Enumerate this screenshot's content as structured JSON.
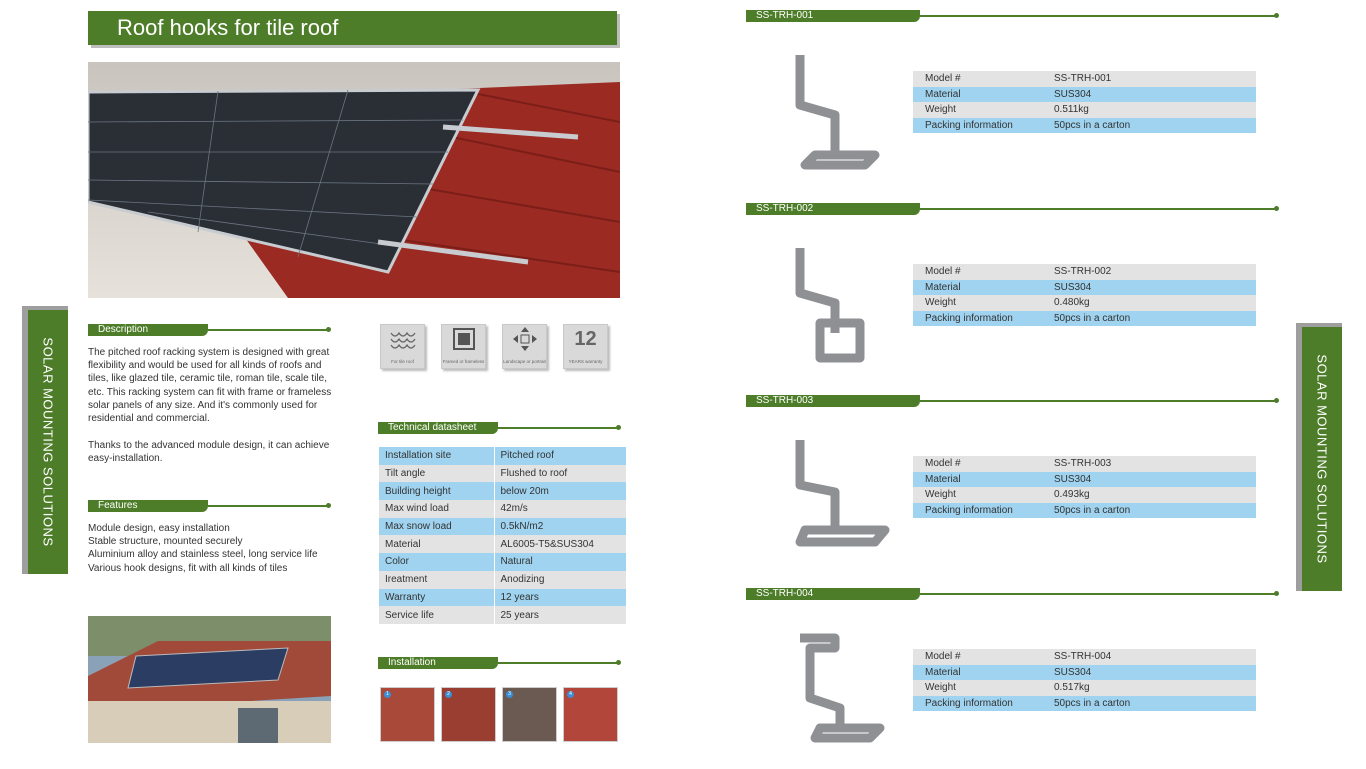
{
  "title": "Roof hooks for tile roof",
  "side_label": "SOLAR MOUNTING SOLUTIONS",
  "description": {
    "heading": "Description",
    "para1": "The pitched roof racking system is designed with great flexibility and would be used for all kinds of roofs and tiles, like glazed tile, ceramic tile, roman tile, scale tile, etc. This racking system can fit with frame or frameless solar panels of any size. And it's commonly used for residential and commercial.",
    "para2": "Thanks to the advanced module design, it can achieve easy-installation."
  },
  "features": {
    "heading": "Features",
    "items": [
      "Module design, easy installation",
      "Stable structure, mounted securely",
      "Aluminium alloy and stainless steel, long service life",
      "Various hook designs, fit with all kinds of tiles"
    ]
  },
  "icons": [
    {
      "name": "tile-roof-icon",
      "caption": "For tile roof"
    },
    {
      "name": "framed-frameless-icon",
      "caption": "Framed or frameless"
    },
    {
      "name": "landscape-portrait-icon",
      "caption": "Landscape or portrait"
    },
    {
      "name": "warranty-icon",
      "caption": "YEARS warranty",
      "number": "12"
    }
  ],
  "datasheet": {
    "heading": "Technical datasheet",
    "rows": [
      {
        "key": "Installation site",
        "value": "Pitched roof"
      },
      {
        "key": "Tilt angle",
        "value": "Flushed to roof"
      },
      {
        "key": "Building height",
        "value": "below 20m"
      },
      {
        "key": "Max wind load",
        "value": "42m/s"
      },
      {
        "key": "Max snow load",
        "value": "0.5kN/m2"
      },
      {
        "key": "Material",
        "value": "AL6005-T5&SUS304"
      },
      {
        "key": "Color",
        "value": "Natural"
      },
      {
        "key": "Ireatment",
        "value": "Anodizing"
      },
      {
        "key": "Warranty",
        "value": "12 years"
      },
      {
        "key": "Service life",
        "value": "25 years"
      }
    ]
  },
  "installation": {
    "heading": "Installation",
    "steps": [
      "1",
      "2",
      "3",
      "4"
    ]
  },
  "products": [
    {
      "code": "SS-TRH-001",
      "specs": [
        {
          "key": "Model #",
          "value": "SS-TRH-001"
        },
        {
          "key": "Material",
          "value": "SUS304"
        },
        {
          "key": "Weight",
          "value": "0.511kg"
        },
        {
          "key": "Packing information",
          "value": "50pcs in a carton"
        }
      ]
    },
    {
      "code": "SS-TRH-002",
      "specs": [
        {
          "key": "Model #",
          "value": "SS-TRH-002"
        },
        {
          "key": "Material",
          "value": "SUS304"
        },
        {
          "key": "Weight",
          "value": "0.480kg"
        },
        {
          "key": "Packing information",
          "value": "50pcs in a carton"
        }
      ]
    },
    {
      "code": "SS-TRH-003",
      "specs": [
        {
          "key": "Model #",
          "value": "SS-TRH-003"
        },
        {
          "key": "Material",
          "value": "SUS304"
        },
        {
          "key": "Weight",
          "value": "0.493kg"
        },
        {
          "key": "Packing information",
          "value": "50pcs in a carton"
        }
      ]
    },
    {
      "code": "SS-TRH-004",
      "specs": [
        {
          "key": "Model #",
          "value": "SS-TRH-004"
        },
        {
          "key": "Material",
          "value": "SUS304"
        },
        {
          "key": "Weight",
          "value": "0.517kg"
        },
        {
          "key": "Packing information",
          "value": "50pcs in a carton"
        }
      ]
    }
  ],
  "colors": {
    "brand_green": "#4e7d2a",
    "table_blue": "#9fd3ef",
    "table_gray": "#e3e3e3"
  }
}
